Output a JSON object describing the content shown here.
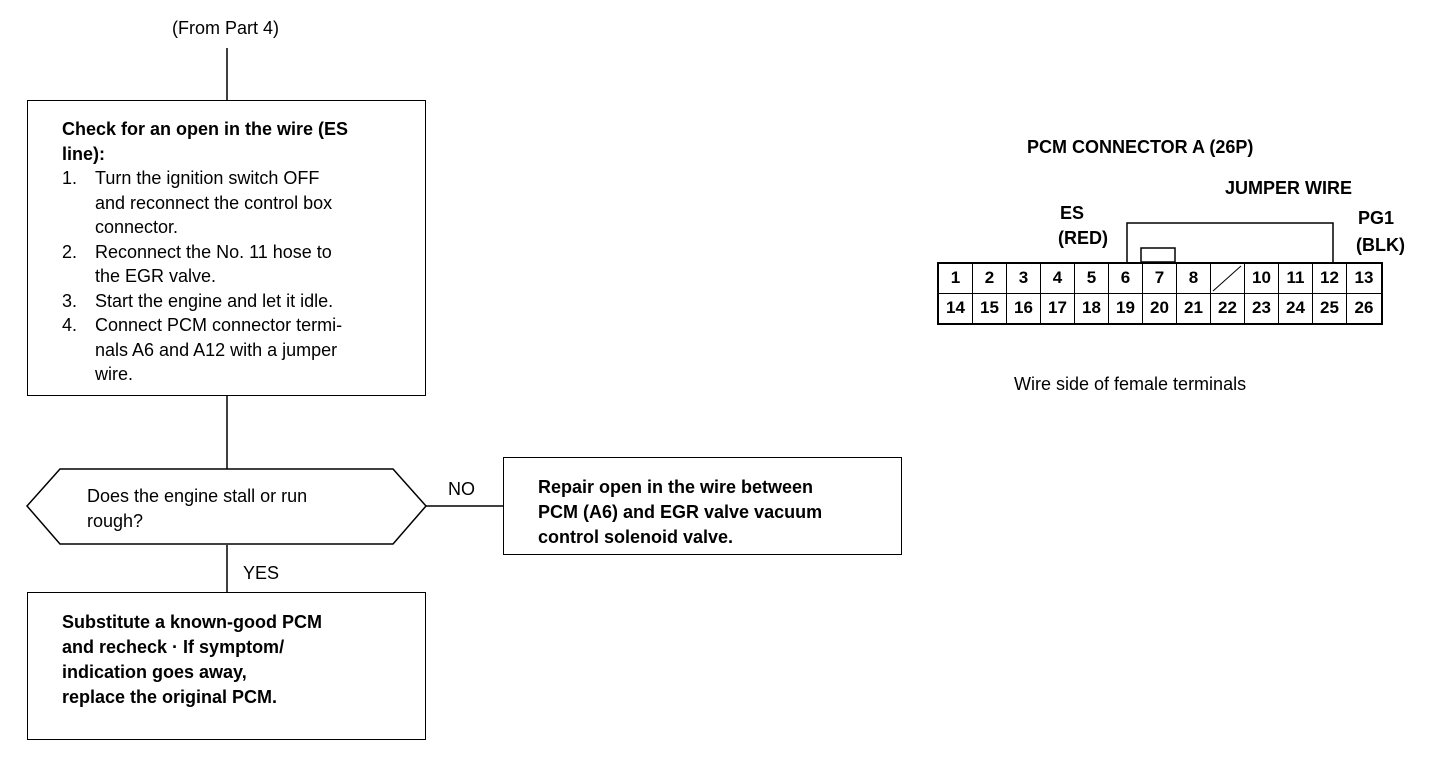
{
  "flowchart": {
    "from_label": "(From Part 4)",
    "check_box": {
      "heading_line1": "Check for an open in the wire (ES",
      "heading_line2": "line):",
      "steps": [
        {
          "num": "1.",
          "text": "Turn the ignition switch OFF\nand reconnect the control box\nconnector."
        },
        {
          "num": "2.",
          "text": "Reconnect the No. 11 hose to\nthe EGR valve."
        },
        {
          "num": "3.",
          "text": "Start the engine and let it idle."
        },
        {
          "num": "4.",
          "text": "Connect PCM connector termi-\nnals A6 and A12 with a jumper\nwire."
        }
      ]
    },
    "decision": {
      "line1": "Does the engine stall or run",
      "line2": "rough?"
    },
    "no_label": "NO",
    "yes_label": "YES",
    "repair_box": "Repair open in the wire between\nPCM (A6) and EGR valve vacuum\ncontrol solenoid valve.",
    "substitute_box": "Substitute a known-good PCM\nand recheck · If symptom/\nindication goes away,\nreplace the original PCM."
  },
  "connector": {
    "title": "PCM CONNECTOR A (26P)",
    "jumper_label": "JUMPER WIRE",
    "es_label": "ES",
    "es_color": "(RED)",
    "pg1_label": "PG1",
    "pg1_color": "(BLK)",
    "row1": [
      "1",
      "2",
      "3",
      "4",
      "5",
      "6",
      "7",
      "8",
      "",
      "10",
      "11",
      "12",
      "13"
    ],
    "row2": [
      "14",
      "15",
      "16",
      "17",
      "18",
      "19",
      "20",
      "21",
      "22",
      "23",
      "24",
      "25",
      "26"
    ],
    "caption": "Wire side of female terminals"
  }
}
